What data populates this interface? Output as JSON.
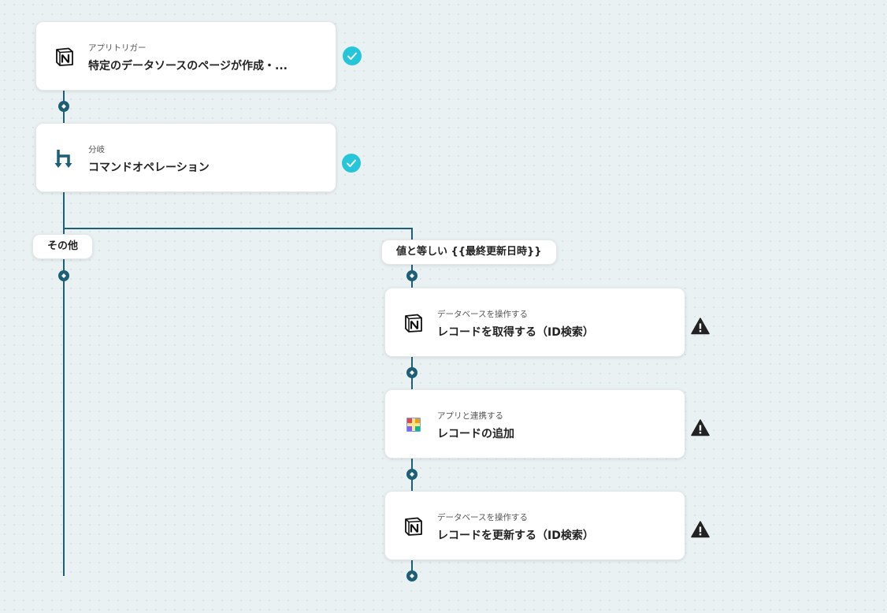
{
  "trigger": {
    "subtitle": "アプリトリガー",
    "title": "特定のデータソースのページが作成・...",
    "icon": "notion-icon",
    "status": "check-icon"
  },
  "branch": {
    "subtitle": "分岐",
    "title": "コマンドオペレーション",
    "icon": "branch-icon",
    "status": "check-icon"
  },
  "branches": {
    "other_label": "その他",
    "equal_label": "値と等しい {{最終更新日時}}"
  },
  "steps": [
    {
      "subtitle": "データベースを操作する",
      "title": "レコードを取得する（ID検索）",
      "icon": "notion-icon",
      "status": "warning-icon"
    },
    {
      "subtitle": "アプリと連携する",
      "title": "レコードの追加",
      "icon": "grid-app-icon",
      "status": "warning-icon"
    },
    {
      "subtitle": "データベースを操作する",
      "title": "レコードを更新する（ID検索）",
      "icon": "notion-icon",
      "status": "warning-icon"
    }
  ],
  "colors": {
    "connector": "#1d5f77",
    "check": "#26c6da",
    "warning": "#222222"
  }
}
